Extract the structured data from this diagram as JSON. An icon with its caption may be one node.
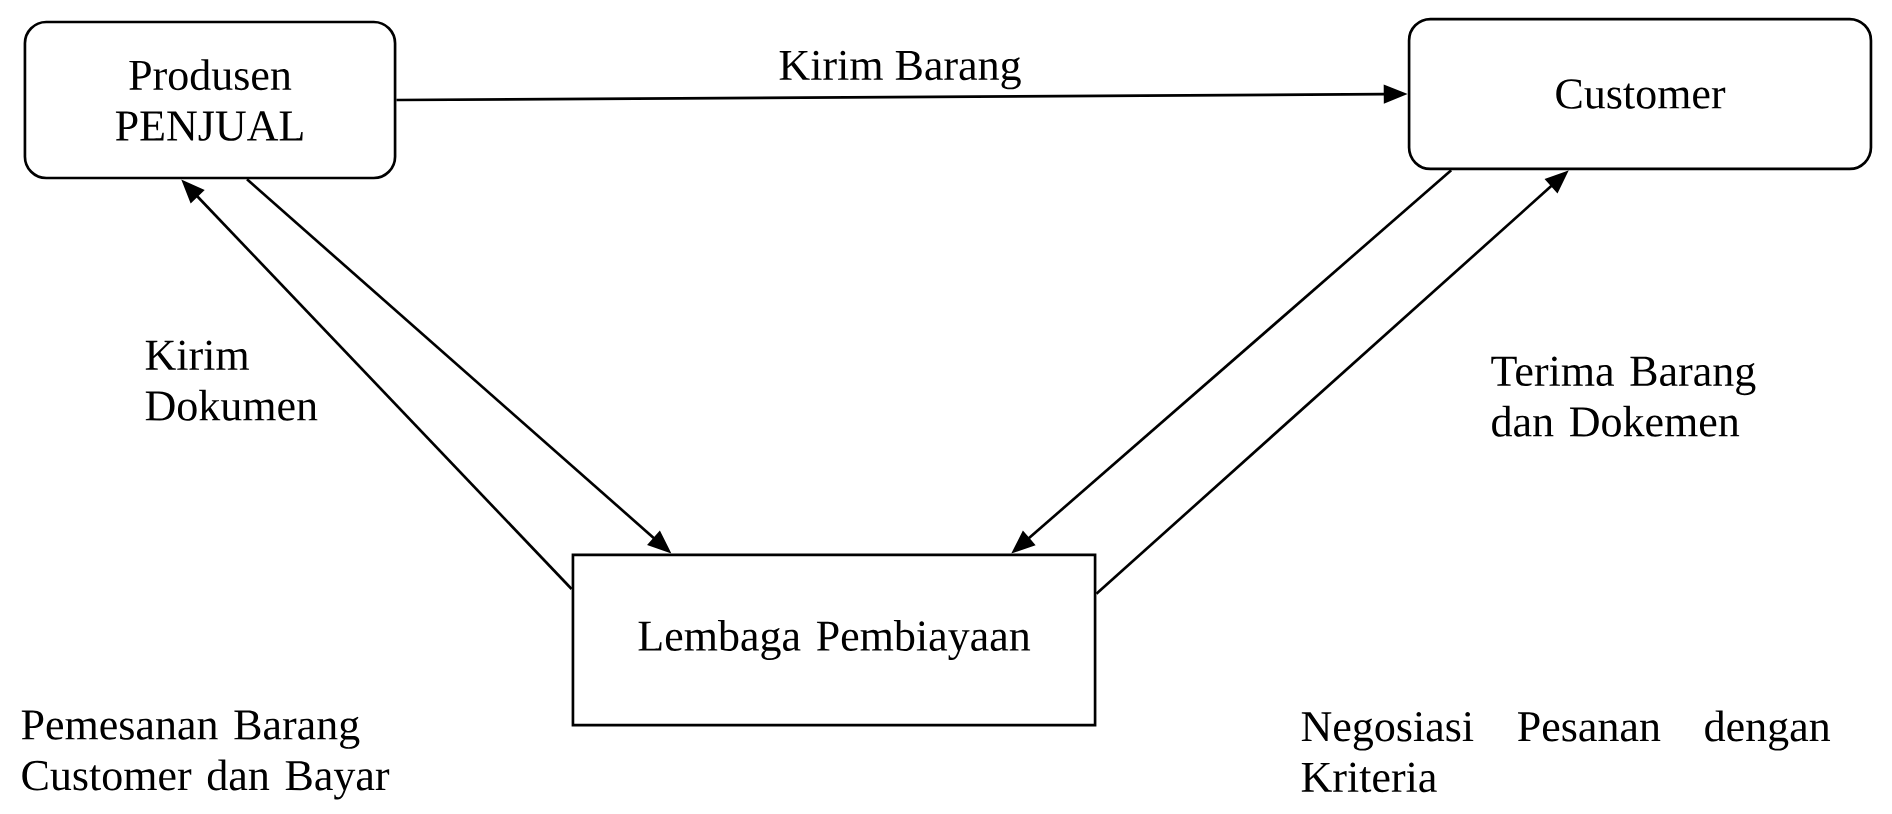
{
  "diagram": {
    "nodes": [
      {
        "text": [
          "Produsen PENJUAL"
        ]
      },
      {
        "text": [
          "Customer"
        ]
      },
      {
        "text": [
          "Lembaga Pembiayaan"
        ]
      }
    ],
    "edges": [
      {
        "from": 0,
        "to": 1,
        "arrow": "to",
        "label": "Kirim Barang"
      },
      {
        "from": 2,
        "to": 0,
        "arrow": "to"
      },
      {
        "from": 0,
        "to": 2,
        "arrow": "to"
      },
      {
        "from": 1,
        "to": 2,
        "arrow": "to"
      },
      {
        "from": 2,
        "to": 1,
        "arrow": "to"
      }
    ],
    "labels": [
      "Kirim Dokumen",
      "Terima Barang dan Dokemen",
      "Pemesanan Barang Customer dan Bayar",
      "Negosiasi Pesanan dengan Kriteria"
    ]
  }
}
